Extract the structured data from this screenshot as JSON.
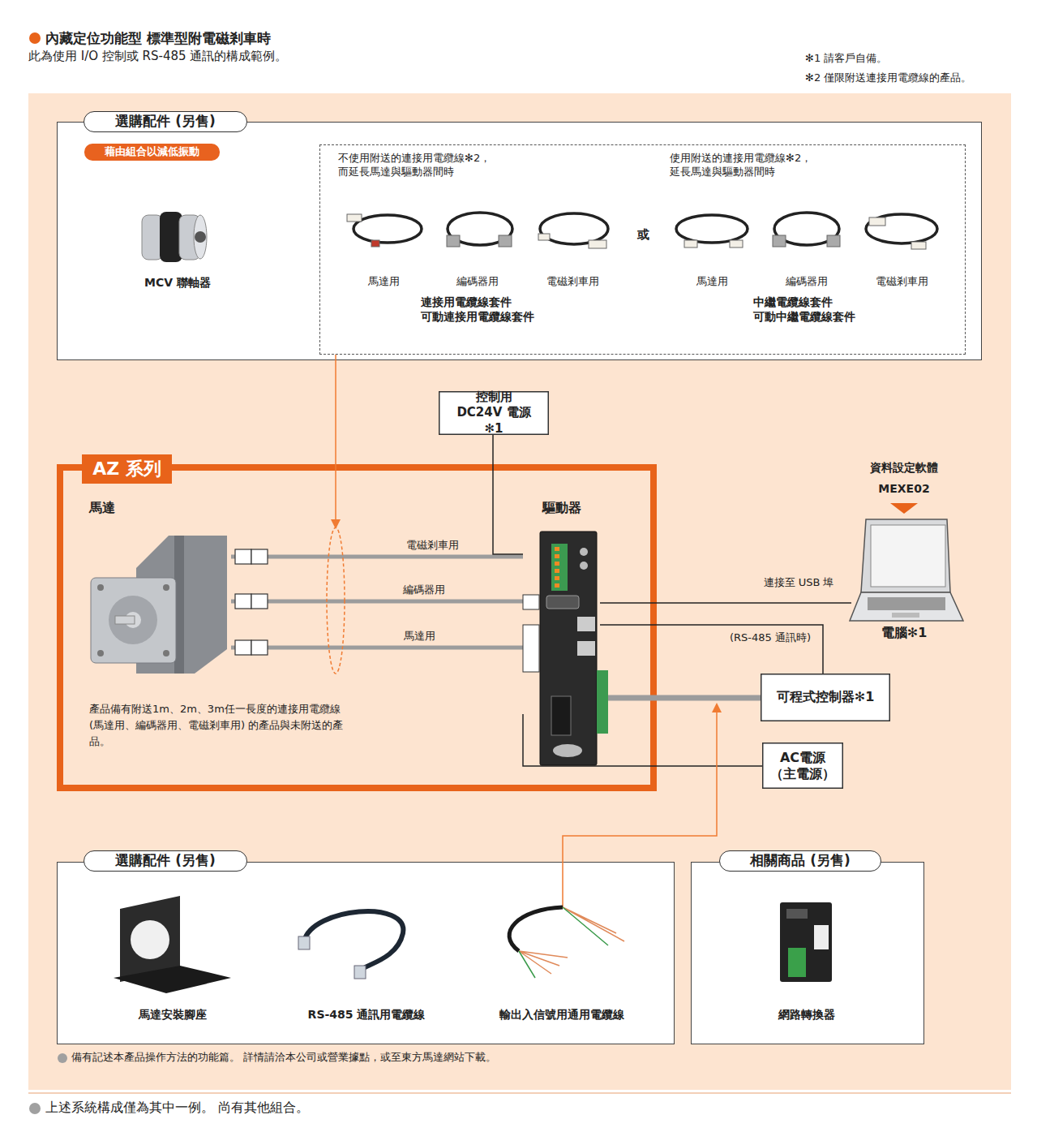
{
  "diagram": {
    "title": "內藏定位功能型 標準型附電磁剎車時",
    "caption": "上述系統構成僅為其中一例。 尚有其他組合。",
    "nodes": [
      {
        "text": [
          "選購配件 (另售)"
        ]
      },
      {
        "text": [
          "藉由組合以減低振動"
        ],
        "in": 0
      },
      {
        "text": [
          "不使用附送的連接用電纜線✻2， 而延長馬達與驅動器間時",
          "連接用電纜線套件 可動連接用電纜線套件",
          "使用附送的連接用電纜線✻2， 延長馬達與驅動器間時",
          "中繼電纜線套件 可動中繼電纜線套件"
        ],
        "in": 0
      },
      {
        "text": [
          "控制用 DC24V 電源✻1"
        ]
      },
      {
        "text": [
          "AZ 系列",
          "產品備有附送1m、2m、3m任一長度的連接用電纜線 (馬達用、編碼器用、電磁剎車用) 的產品與未附送的產品。"
        ]
      },
      {
        "text": [
          "馬達"
        ],
        "in": 4
      },
      {
        "text": [
          "驅動器"
        ],
        "in": 4
      },
      {
        "text": [
          "資料設定軟體 MEXE02",
          "電腦✻1"
        ]
      },
      {
        "text": [
          "可程式控制器✻1"
        ]
      },
      {
        "text": [
          "AC電源 （主電源）"
        ]
      },
      {
        "text": [
          "選購配件 (另售)"
        ]
      },
      {
        "text": [
          "相關商品 (另售)"
        ]
      }
    ],
    "edges": [
      {
        "from": 5,
        "to": 6,
        "label": "電磁剎車用",
        "arrow": "none"
      },
      {
        "from": 5,
        "to": 6,
        "label": "編碼器用",
        "arrow": "none"
      },
      {
        "from": 5,
        "to": 6,
        "label": "馬達用",
        "arrow": "none"
      },
      {
        "from": 3,
        "to": 6,
        "arrow": "none"
      },
      {
        "from": 6,
        "to": 7,
        "label": "連接至 USB 埠",
        "arrow": "none"
      },
      {
        "from": 6,
        "to": 8,
        "label": "(RS-485 通訊時)",
        "arrow": "none"
      },
      {
        "from": 6,
        "to": 8,
        "arrow": "none"
      },
      {
        "from": 6,
        "to": 9,
        "arrow": "none"
      }
    ],
    "labels": [
      "此為使用 I/O 控制或 RS-485 通訊的構成範例。",
      "✻1 請客戶自備。",
      "✻2 僅限附送連接用電纜線的產品。",
      "MCV 聯軸器",
      "馬達用",
      "編碼器用",
      "電磁剎車用",
      "或",
      "馬達用",
      "編碼器用",
      "電磁剎車用",
      "馬達安裝腳座",
      "RS-485 通訊用電纜線",
      "輸出入信號用通用電纜線",
      "網路轉換器",
      "備有記述本產品操作方法的功能篇。 詳情請洽本公司或營業據點，或至東方馬達網站下載。"
    ]
  }
}
